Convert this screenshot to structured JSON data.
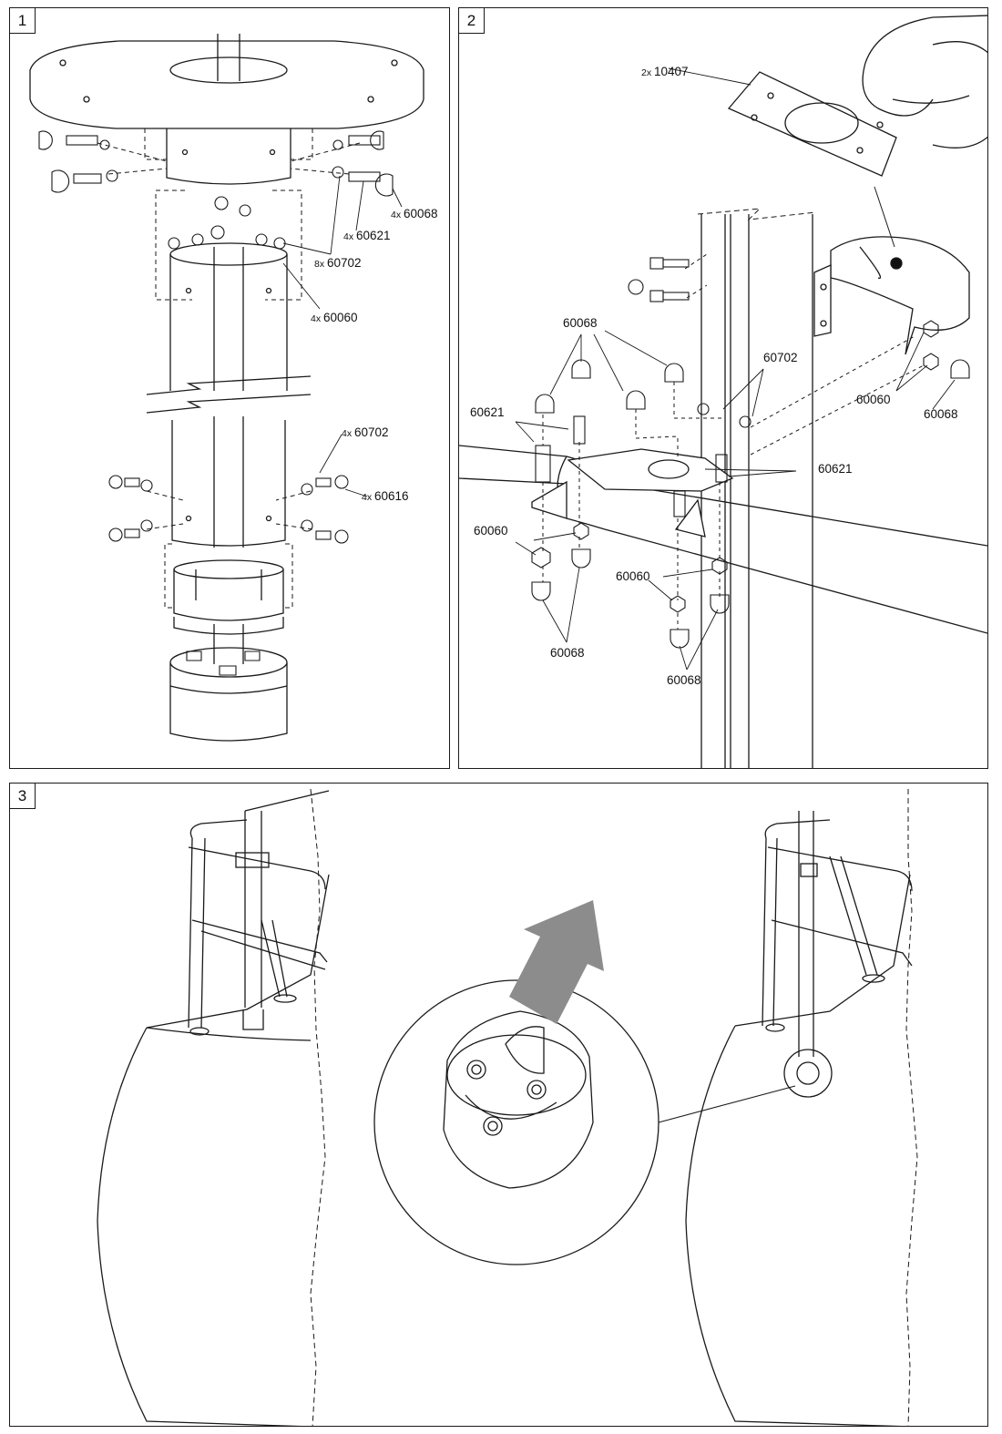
{
  "panels": [
    {
      "number": "1"
    },
    {
      "number": "2"
    },
    {
      "number": "3"
    }
  ],
  "panel1": {
    "callouts": [
      {
        "qty": "4x",
        "part": "60068"
      },
      {
        "qty": "4x",
        "part": "60621"
      },
      {
        "qty": "8x",
        "part": "60702"
      },
      {
        "qty": "4x",
        "part": "60060"
      },
      {
        "qty": "4x",
        "part": "60702"
      },
      {
        "qty": "4x",
        "part": "60616"
      }
    ]
  },
  "panel2": {
    "callouts": [
      {
        "qty": "2x",
        "part": "10407"
      },
      {
        "qty": "",
        "part": "60068"
      },
      {
        "qty": "",
        "part": "60702"
      },
      {
        "qty": "",
        "part": "60060"
      },
      {
        "qty": "",
        "part": "60068"
      },
      {
        "qty": "",
        "part": "60621"
      },
      {
        "qty": "",
        "part": "60621"
      },
      {
        "qty": "",
        "part": "60060"
      },
      {
        "qty": "",
        "part": "60060"
      },
      {
        "qty": "",
        "part": "60068"
      },
      {
        "qty": "",
        "part": "60068"
      }
    ]
  },
  "colors": {
    "line": "#1a1a1a",
    "arrow": "#8c8c8c",
    "background": "#ffffff"
  }
}
